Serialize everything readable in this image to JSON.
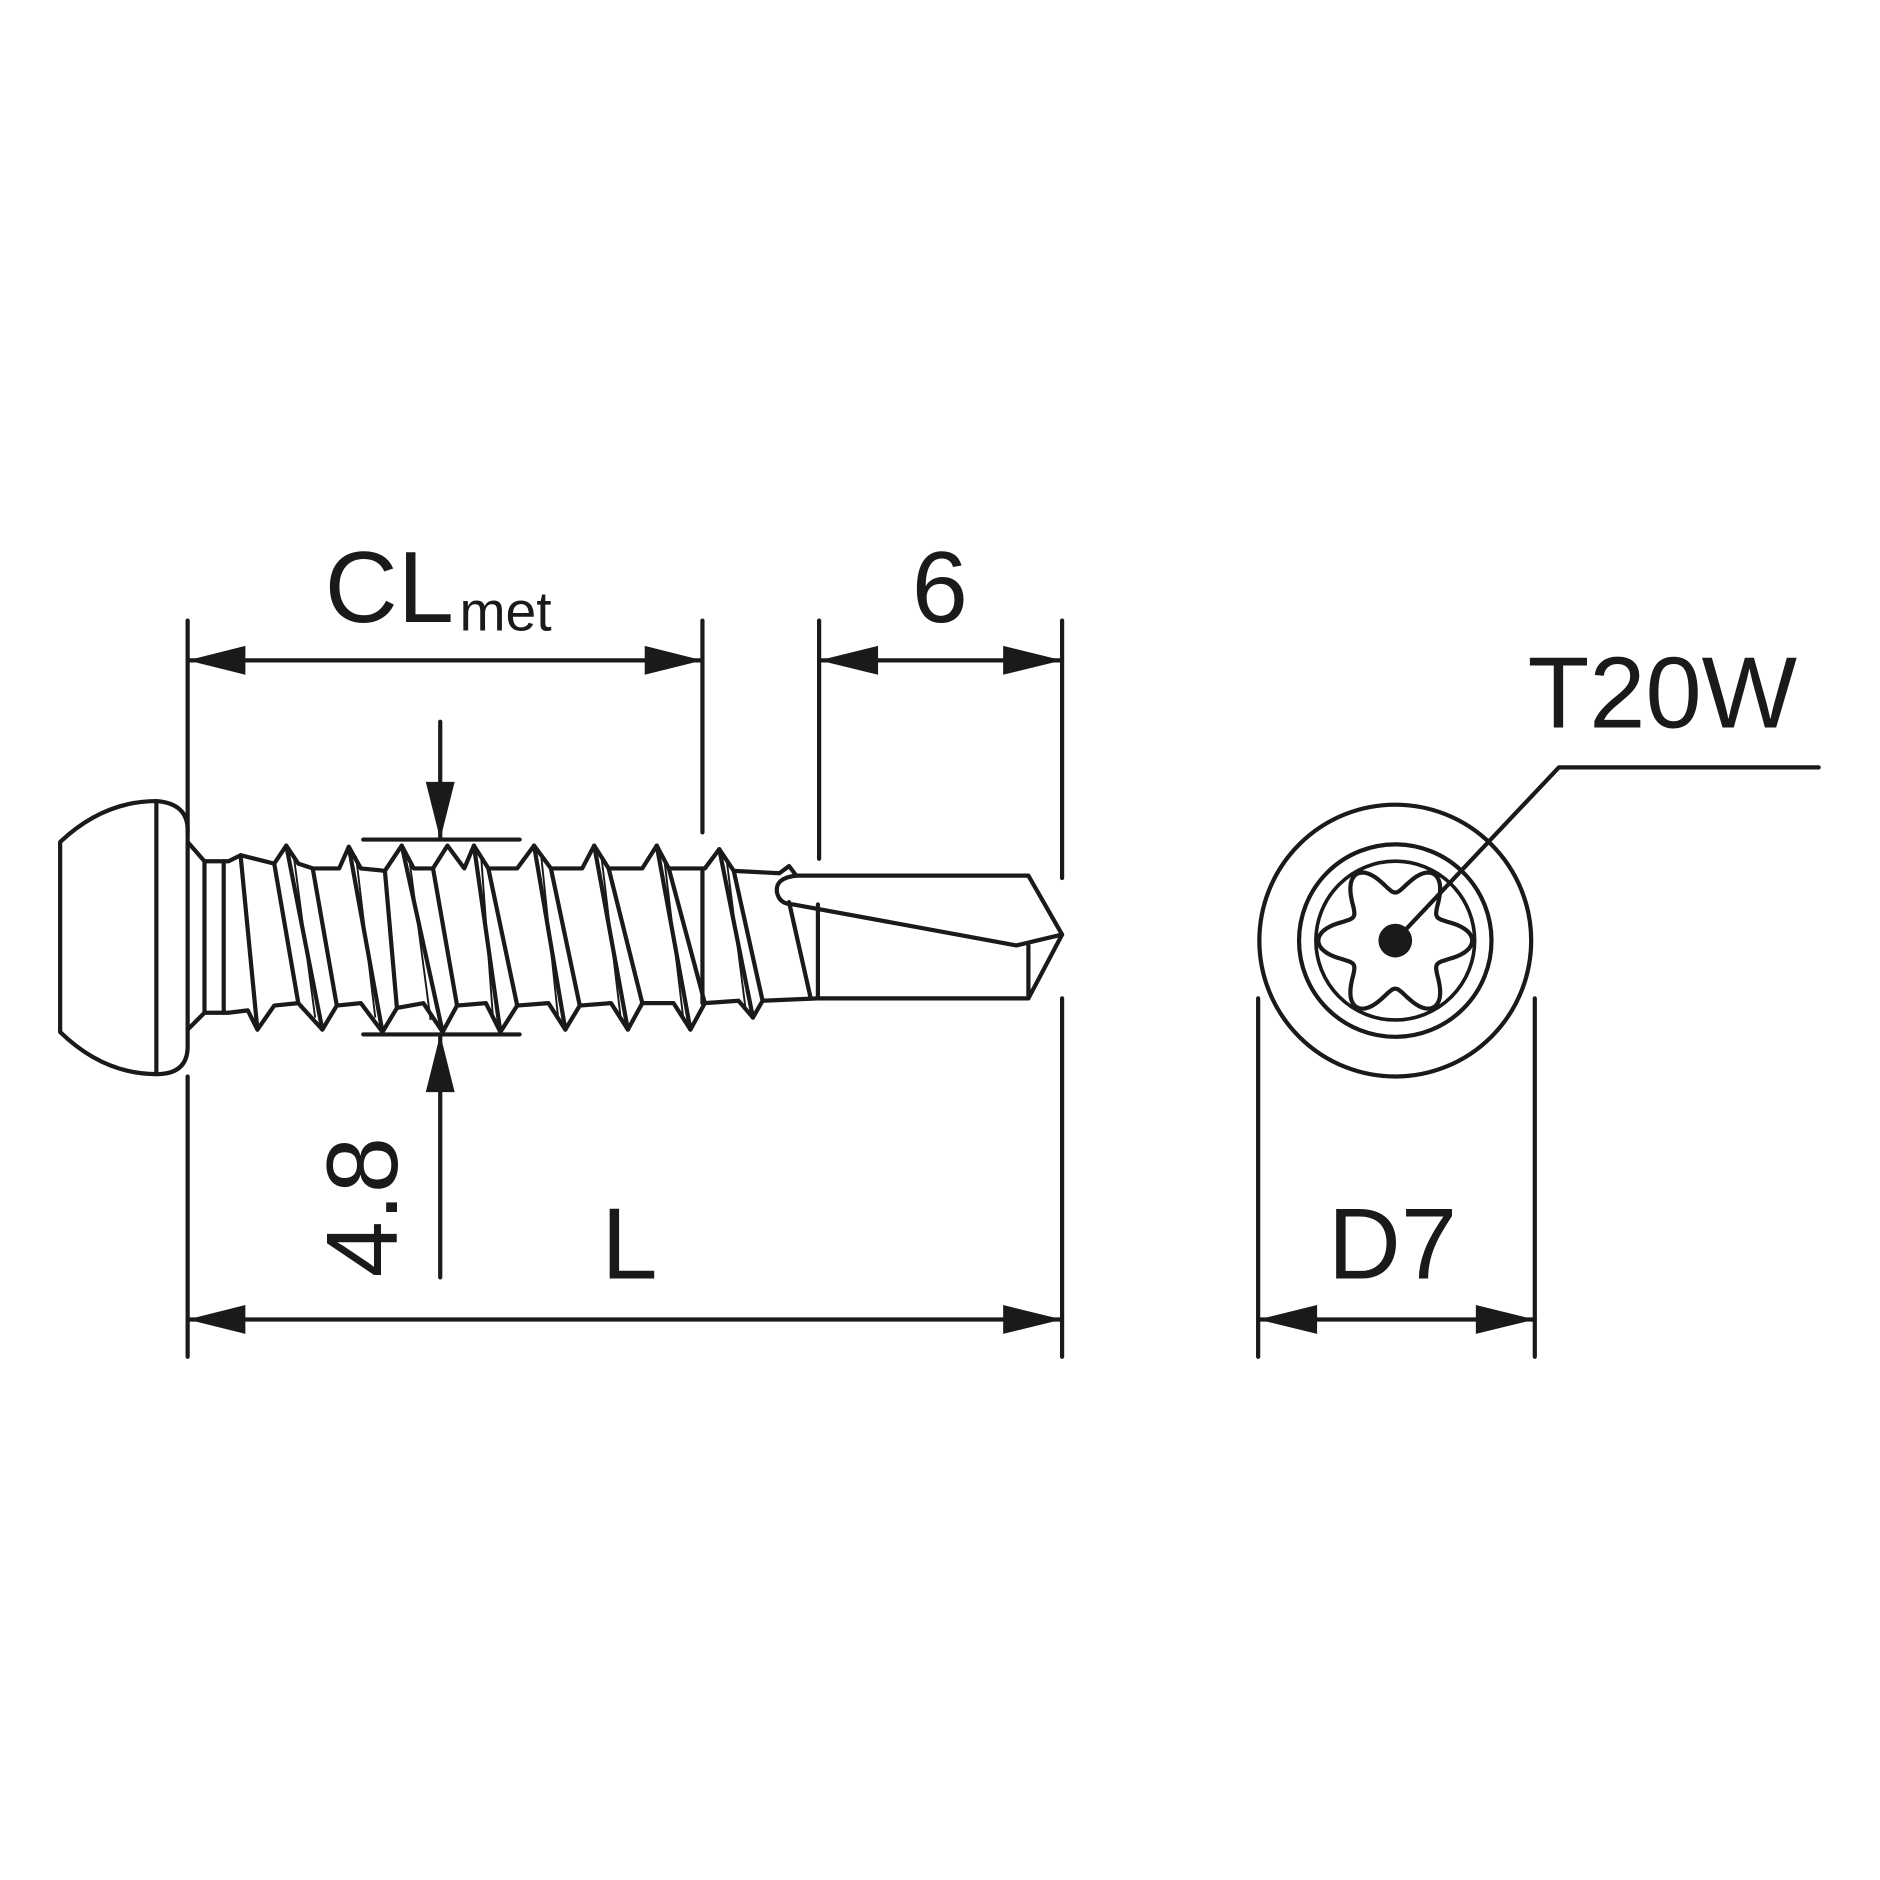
{
  "labels": {
    "cl": "CL",
    "cl_sub": "met",
    "tip_length": "6",
    "diameter": "4.8",
    "length": "L",
    "head_diameter": "D7",
    "drive": "T20W"
  },
  "colors": {
    "line": "#1a1a1a",
    "background": "#ffffff"
  }
}
